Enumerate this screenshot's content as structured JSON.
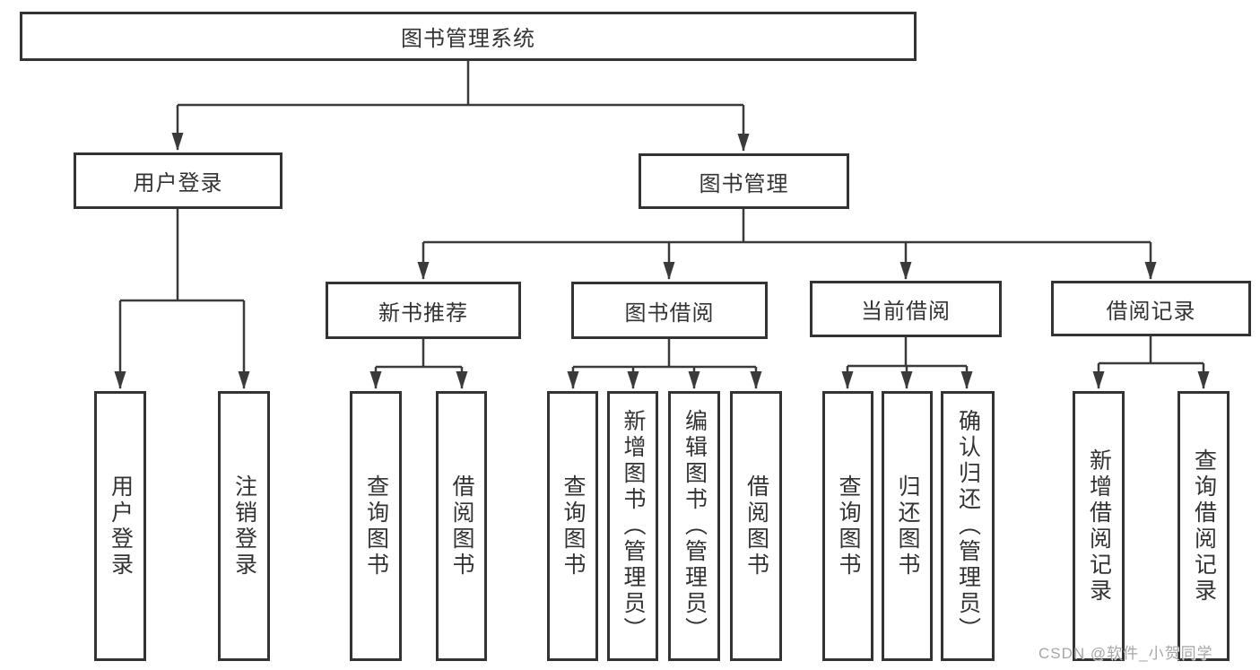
{
  "colors": {
    "line": "#3a3a3a",
    "border": "#333333",
    "text": "#333333",
    "watermark": "#a6a6a6",
    "background": "#ffffff"
  },
  "watermark": "CSDN @软件_小贺同学",
  "tree": {
    "label": "图书管理系统",
    "children": [
      {
        "label": "用户登录",
        "children": [
          {
            "label": "用户登录"
          },
          {
            "label": "注销登录"
          }
        ]
      },
      {
        "label": "图书管理",
        "children": [
          {
            "label": "新书推荐",
            "children": [
              {
                "label": "查询图书"
              },
              {
                "label": "借阅图书"
              }
            ]
          },
          {
            "label": "图书借阅",
            "children": [
              {
                "label": "查询图书"
              },
              {
                "label": "新增图书（管理员）"
              },
              {
                "label": "编辑图书（管理员）"
              },
              {
                "label": "借阅图书"
              }
            ]
          },
          {
            "label": "当前借阅",
            "children": [
              {
                "label": "查询图书"
              },
              {
                "label": "归还图书"
              },
              {
                "label": "确认归还（管理员）"
              }
            ]
          },
          {
            "label": "借阅记录",
            "children": [
              {
                "label": "新增借阅记录"
              },
              {
                "label": "查询借阅记录"
              }
            ]
          }
        ]
      }
    ]
  }
}
